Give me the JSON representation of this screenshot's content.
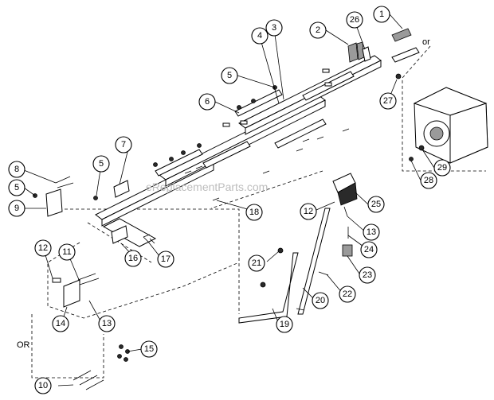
{
  "watermark": "eReplacementParts.com",
  "or_labels": [
    "or",
    "OR"
  ],
  "callouts": [
    {
      "num": "1"
    },
    {
      "num": "2"
    },
    {
      "num": "3"
    },
    {
      "num": "4"
    },
    {
      "num": "26"
    },
    {
      "num": "5"
    },
    {
      "num": "6"
    },
    {
      "num": "27"
    },
    {
      "num": "7"
    },
    {
      "num": "8"
    },
    {
      "num": "5"
    },
    {
      "num": "5"
    },
    {
      "num": "9"
    },
    {
      "num": "29"
    },
    {
      "num": "28"
    },
    {
      "num": "25"
    },
    {
      "num": "12"
    },
    {
      "num": "18"
    },
    {
      "num": "13"
    },
    {
      "num": "24"
    },
    {
      "num": "16"
    },
    {
      "num": "17"
    },
    {
      "num": "21"
    },
    {
      "num": "23"
    },
    {
      "num": "12"
    },
    {
      "num": "11"
    },
    {
      "num": "22"
    },
    {
      "num": "20"
    },
    {
      "num": "14"
    },
    {
      "num": "13"
    },
    {
      "num": "19"
    },
    {
      "num": "15"
    },
    {
      "num": "10"
    }
  ]
}
